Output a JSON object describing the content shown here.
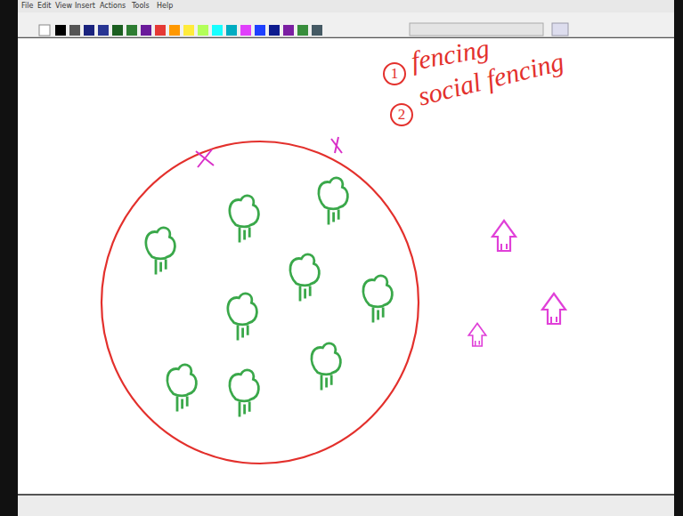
{
  "diagram": {
    "labels": [
      "File",
      "Edit",
      "View",
      "Insert",
      "Actions",
      "Tools",
      "Help",
      "1",
      "fencing",
      "2",
      "social fencing"
    ]
  }
}
